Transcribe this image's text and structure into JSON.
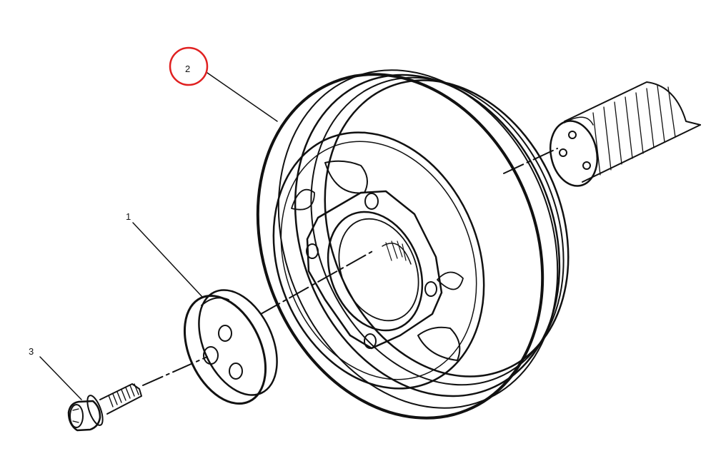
{
  "callouts": {
    "washer": "1",
    "pulley": "2",
    "bolt": "3"
  },
  "highlight": {
    "target": "pulley",
    "color": "#e02020"
  },
  "colors": {
    "ink": "#111111",
    "background": "#ffffff"
  }
}
